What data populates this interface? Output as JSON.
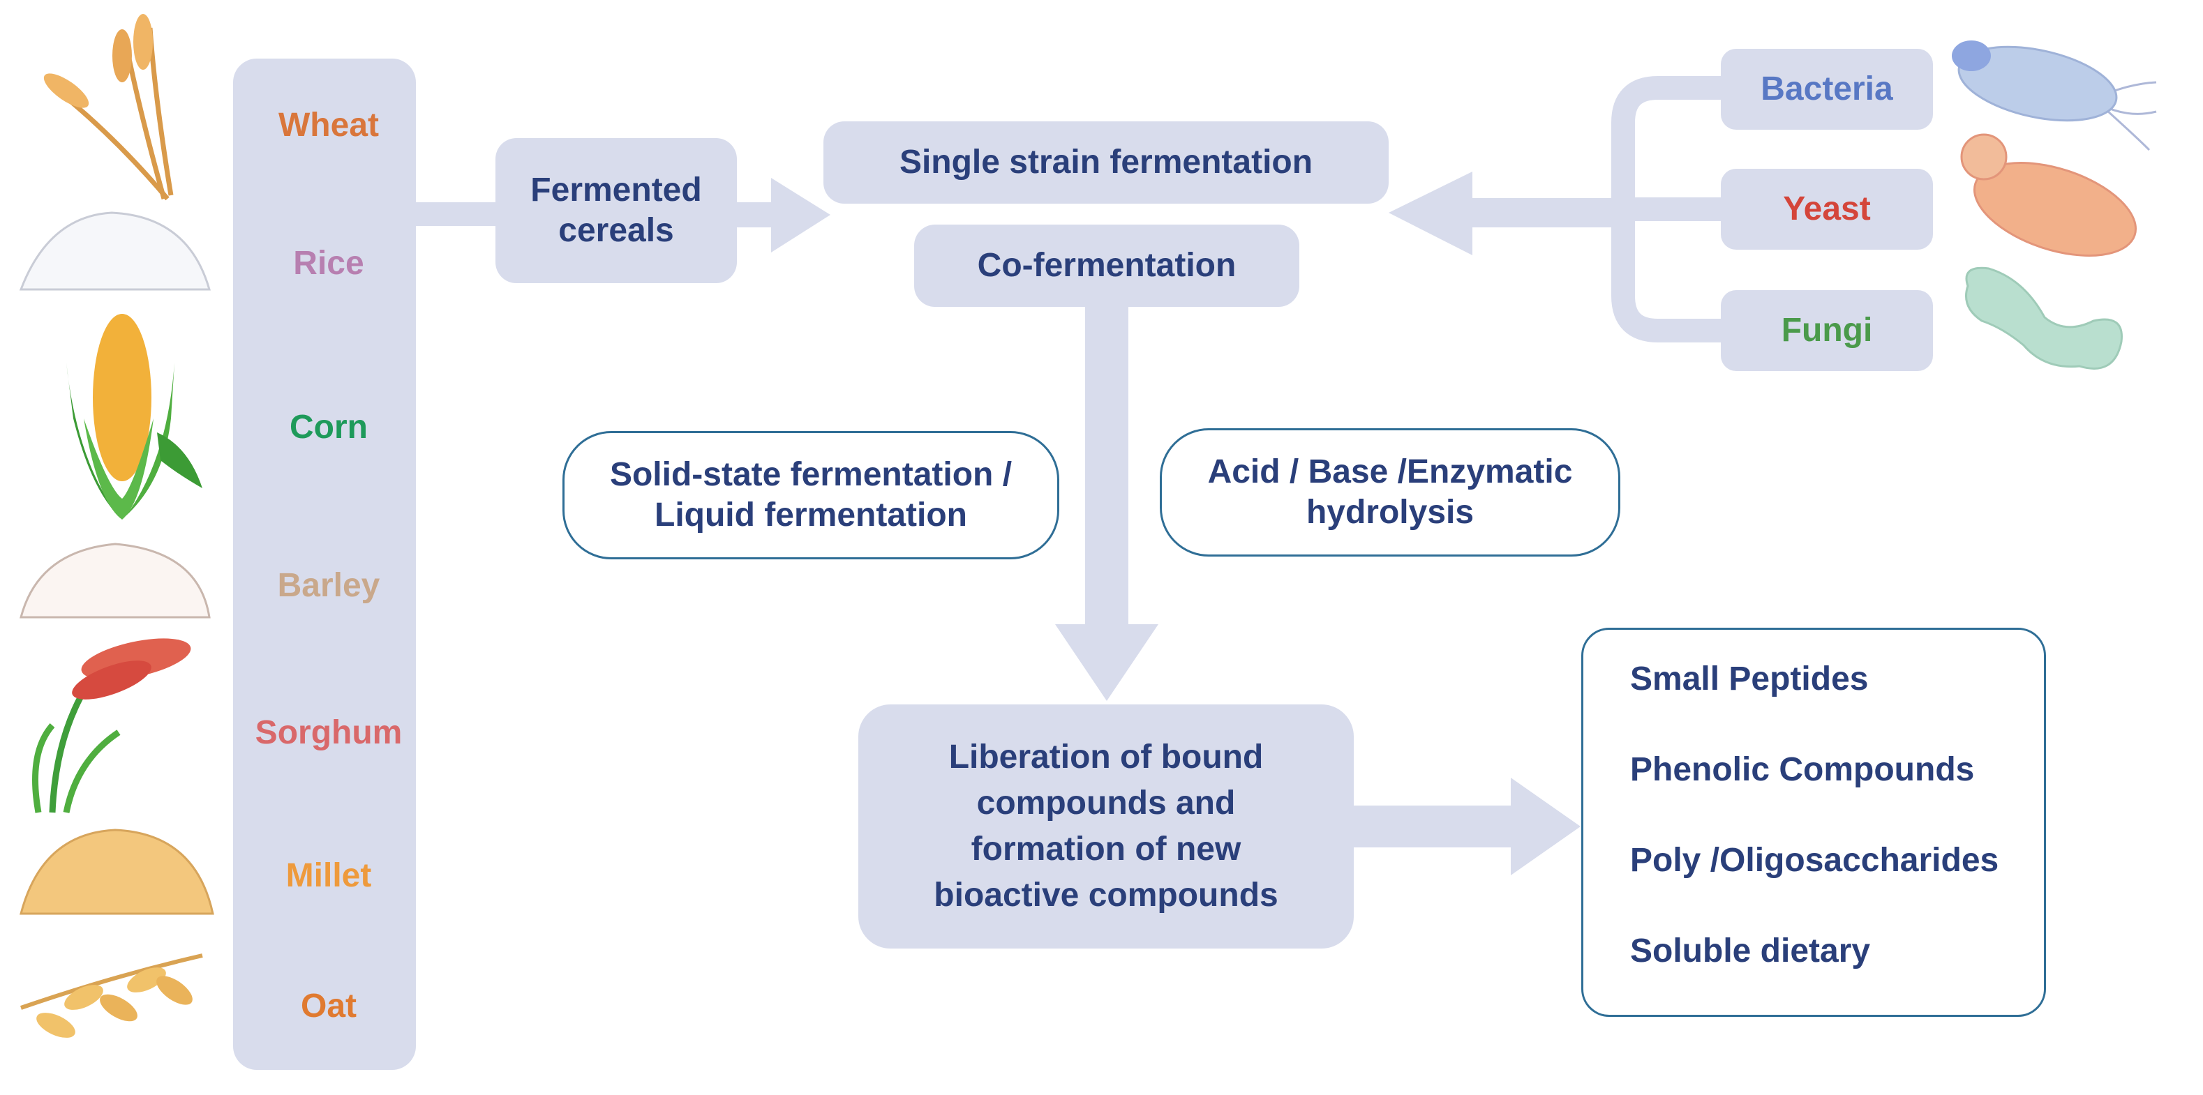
{
  "cereals": [
    {
      "label": "Wheat",
      "color": "#d9763b"
    },
    {
      "label": "Rice",
      "color": "#b77fb0"
    },
    {
      "label": "Corn",
      "color": "#1e9a5a"
    },
    {
      "label": "Barley",
      "color": "#c9a88b"
    },
    {
      "label": "Sorghum",
      "color": "#d9686a"
    },
    {
      "label": "Millet",
      "color": "#ee9a3c"
    },
    {
      "label": "Oat",
      "color": "#e07a30"
    }
  ],
  "fermented": "Fermented cereals",
  "single_strain": "Single strain fermentation",
  "co_fermentation": "Co-fermentation",
  "microbes": [
    {
      "label": "Bacteria",
      "color": "#5878c4"
    },
    {
      "label": "Yeast",
      "color": "#d4453a"
    },
    {
      "label": "Fungi",
      "color": "#4a9a4a"
    }
  ],
  "methods": {
    "left": [
      "Solid-state fermentation /",
      "Liquid fermentation"
    ],
    "right": [
      "Acid / Base /Enzymatic",
      "hydrolysis"
    ]
  },
  "liberation": [
    "Liberation of bound",
    "compounds and",
    "formation of new",
    "bioactive compounds"
  ],
  "outputs": [
    "Small Peptides",
    "Phenolic Compounds",
    "Poly /Oligosaccharides",
    "Soluble dietary"
  ],
  "colors": {
    "box": "#d8dcec",
    "text": "#2a3f7a",
    "outline": "#2f6e96"
  }
}
